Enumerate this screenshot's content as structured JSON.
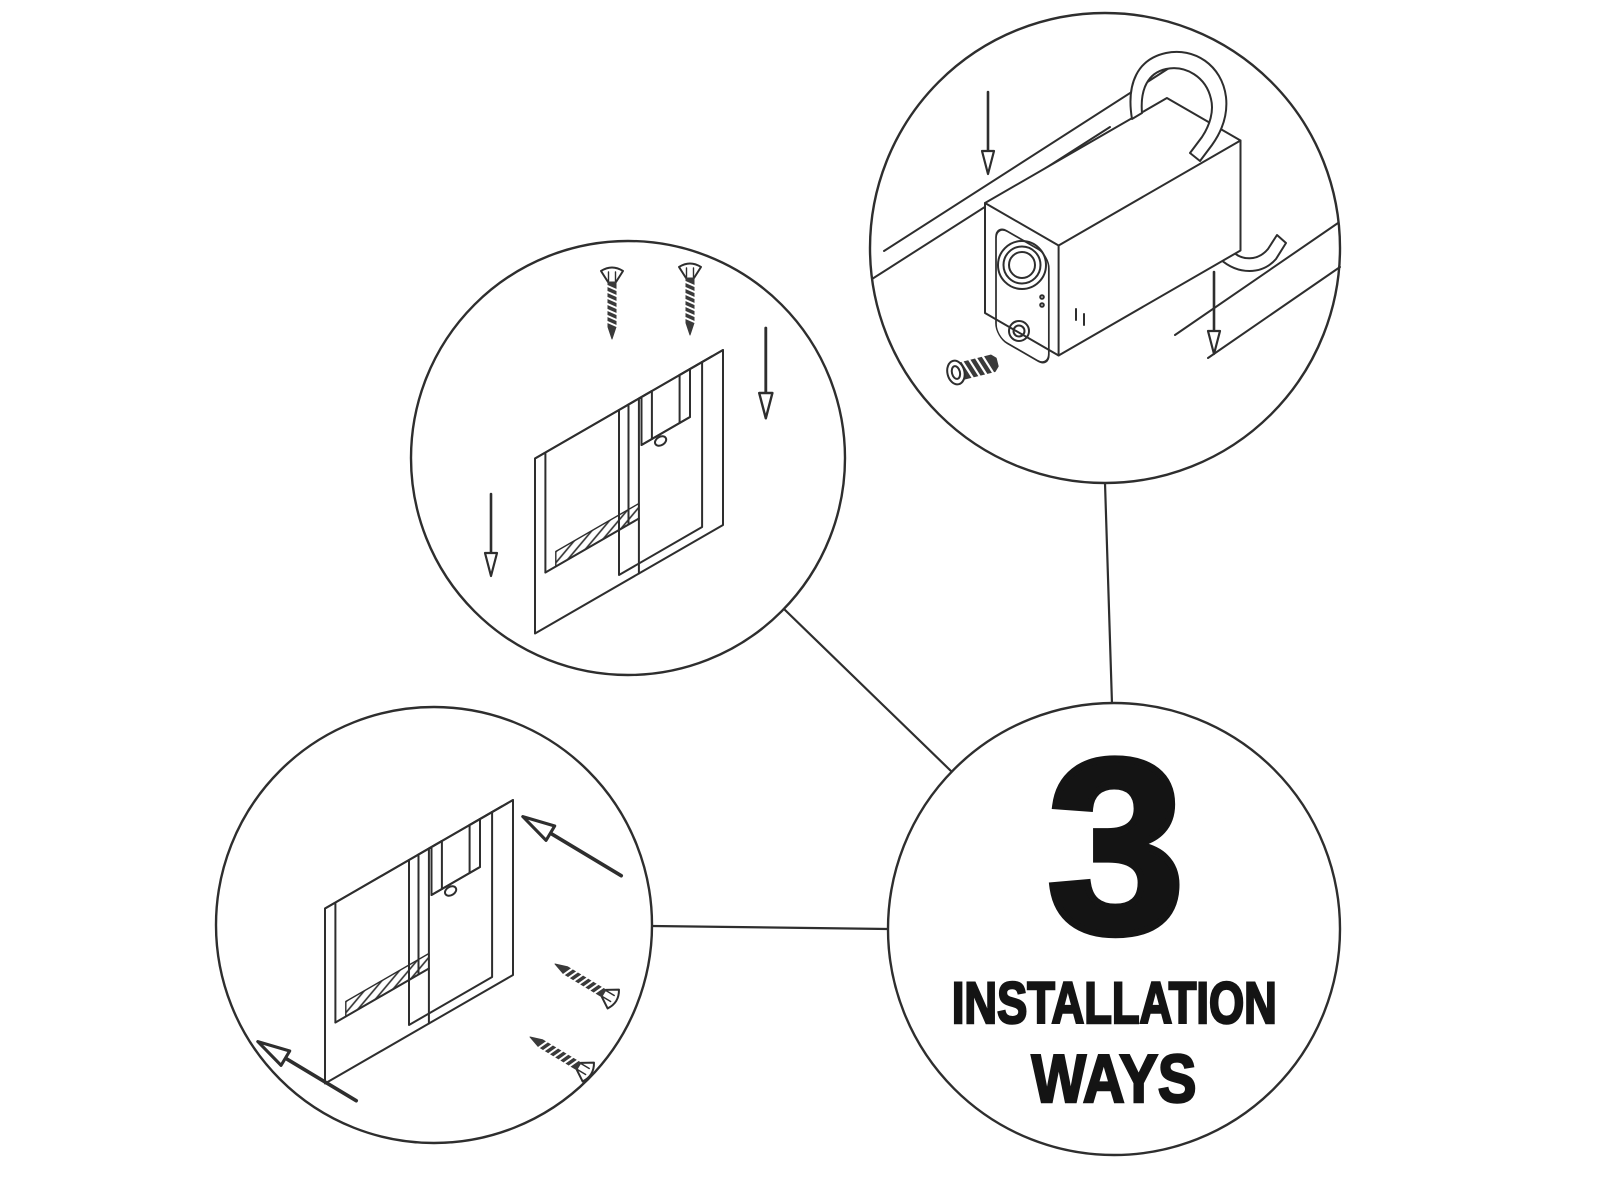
{
  "colors": {
    "background": "#ffffff",
    "ink": "#2e2e2e",
    "text": "#141414"
  },
  "badge": {
    "number": "3",
    "line1": "INSTALLATION",
    "line2": "WAYS"
  },
  "panels": {
    "clamp_mount": {
      "name": "doorbell-clamp-mount-step",
      "icons": [
        "doorbell-camera-illustration",
        "clamp-hook-icon",
        "panel-edge-illustration",
        "arrow-down-icon",
        "arrow-down-icon",
        "set-screw-icon"
      ]
    },
    "screw_mount": {
      "name": "bracket-screw-mount-step",
      "icons": [
        "wall-bracket-illustration",
        "screw-icon",
        "screw-icon",
        "arrow-down-icon",
        "arrow-down-icon"
      ]
    },
    "slide_mount": {
      "name": "bracket-slide-out-step",
      "icons": [
        "wall-bracket-illustration",
        "screw-icon",
        "screw-icon",
        "arrow-up-left-icon",
        "arrow-up-left-icon"
      ]
    }
  }
}
